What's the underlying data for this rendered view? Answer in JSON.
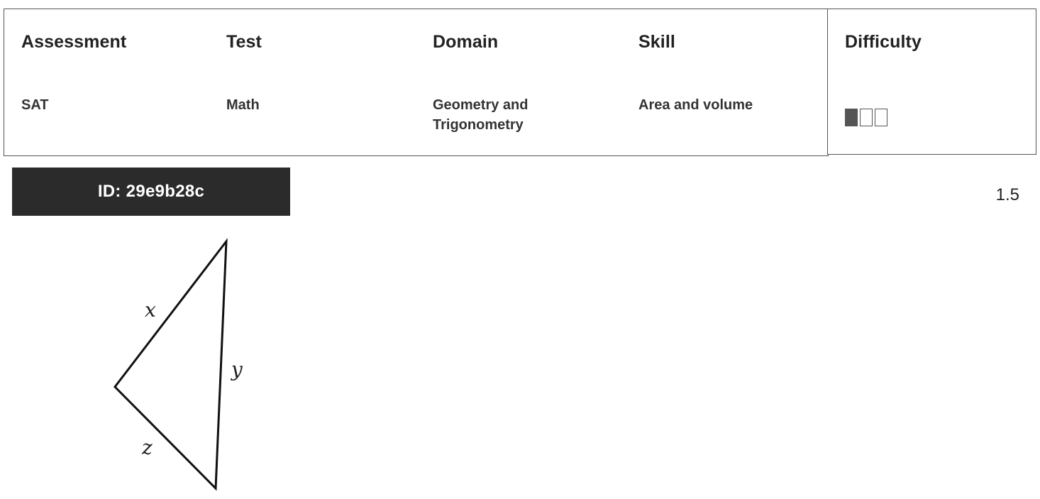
{
  "meta": {
    "columns": [
      {
        "header": "Assessment",
        "value": "SAT"
      },
      {
        "header": "Test",
        "value": "Math"
      },
      {
        "header": "Domain",
        "value": "Geometry and Trigonometry"
      },
      {
        "header": "Skill",
        "value": "Area and volume"
      },
      {
        "header": "Difficulty",
        "value": ""
      }
    ],
    "difficulty_level": 1,
    "difficulty_max": 3
  },
  "question": {
    "id_label": "ID: 29e9b28c",
    "score": "1.5"
  },
  "figure": {
    "side_labels": {
      "x": "x",
      "y": "y",
      "z": "z"
    }
  },
  "colors": {
    "banner_bg": "#2b2b2b",
    "border": "#555555",
    "filled_box": "#555555"
  }
}
